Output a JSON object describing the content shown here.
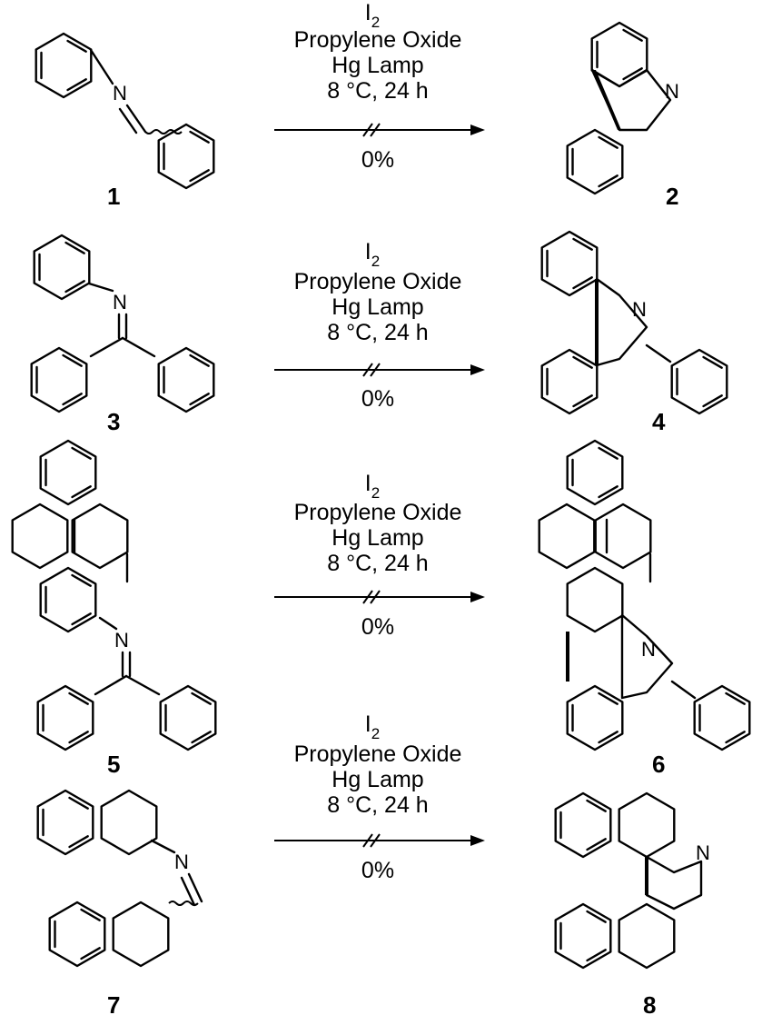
{
  "atoms": {
    "nitrogen": "N"
  },
  "conditions": {
    "reagent_letter": "I",
    "reagent_subscript": "2",
    "solvent": "Propylene Oxide",
    "light": "Hg Lamp",
    "temp_time": "8 °C, 24 h",
    "yield": "0%"
  },
  "labels": [
    "1",
    "2",
    "3",
    "4",
    "5",
    "6",
    "7",
    "8"
  ]
}
